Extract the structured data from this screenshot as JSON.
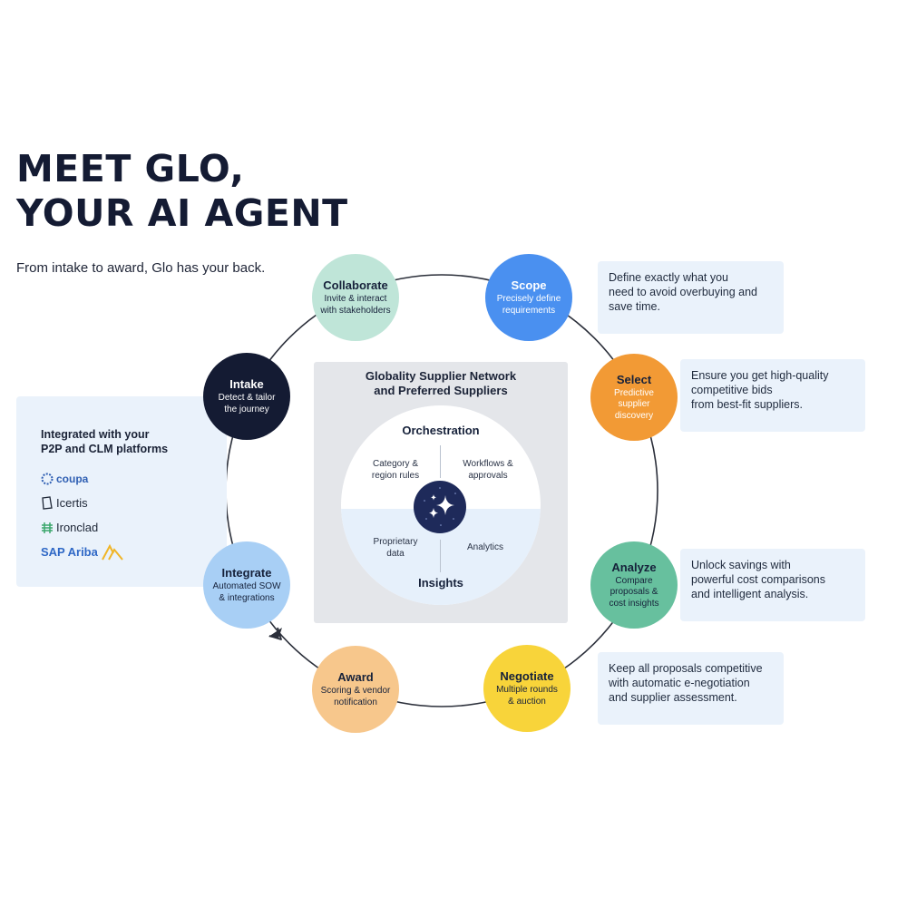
{
  "title": {
    "line1": "MEET GLO,",
    "line2": "YOUR AI AGENT"
  },
  "subtitle": "From intake to award, Glo has your back.",
  "colors": {
    "collaborate": "#bfe5d8",
    "scope": "#4a90f0",
    "select": "#f29a35",
    "analyze": "#67c09e",
    "negotiate": "#f8d43a",
    "award": "#f7c78c",
    "integrate": "#a8cff5",
    "intake": "#141b33",
    "callout_bg": "#eaf2fb",
    "network_bg": "#e4e6ea",
    "hub": "#1e2a5a",
    "ring": "#2b2f3a"
  },
  "steps": {
    "collaborate": {
      "title": "Collaborate",
      "line1": "Invite & interact",
      "line2": "with stakeholders"
    },
    "scope": {
      "title": "Scope",
      "line1": "Precisely define",
      "line2": "requirements"
    },
    "select": {
      "title": "Select",
      "line1": "Predictive",
      "line2": "supplier",
      "line3": "discovery"
    },
    "analyze": {
      "title": "Analyze",
      "line1": "Compare",
      "line2": "proposals &",
      "line3": "cost insights"
    },
    "negotiate": {
      "title": "Negotiate",
      "line1": "Multiple rounds",
      "line2": "& auction"
    },
    "award": {
      "title": "Award",
      "line1": "Scoring & vendor",
      "line2": "notification"
    },
    "integrate": {
      "title": "Integrate",
      "line1": "Automated SOW",
      "line2": "& integrations"
    },
    "intake": {
      "title": "Intake",
      "line1": "Detect & tailor",
      "line2": "the journey"
    }
  },
  "callouts": {
    "scope": {
      "line1": "Define exactly what you",
      "line2": "need to avoid overbuying and",
      "line3": "save time."
    },
    "select": {
      "line1": "Ensure you get high-quality",
      "line2": "competitive bids",
      "line3": "from best-fit suppliers."
    },
    "analyze": {
      "line1": "Unlock savings with",
      "line2": "powerful cost comparisons",
      "line3": "and intelligent analysis."
    },
    "negotiate": {
      "line1": "Keep all proposals competitive",
      "line2": "with automatic e-negotiation",
      "line3": "and supplier assessment."
    }
  },
  "integrations": {
    "title_line1": "Integrated with your",
    "title_line2": "P2P and CLM platforms",
    "logos": {
      "coupa": "coupa",
      "icertis": "Icertis",
      "ironclad": "Ironclad",
      "sap_ariba": "SAP Ariba"
    }
  },
  "network": {
    "title_line1": "Globality Supplier Network",
    "title_line2": "and Preferred Suppliers",
    "orchestration": "Orchestration",
    "insights": "Insights",
    "q_top_left": {
      "line1": "Category &",
      "line2": "region rules"
    },
    "q_top_right": {
      "line1": "Workflows &",
      "line2": "approvals"
    },
    "q_bottom_left": {
      "line1": "Proprietary",
      "line2": "data"
    },
    "q_bottom_right": {
      "line1": "Analytics"
    }
  }
}
